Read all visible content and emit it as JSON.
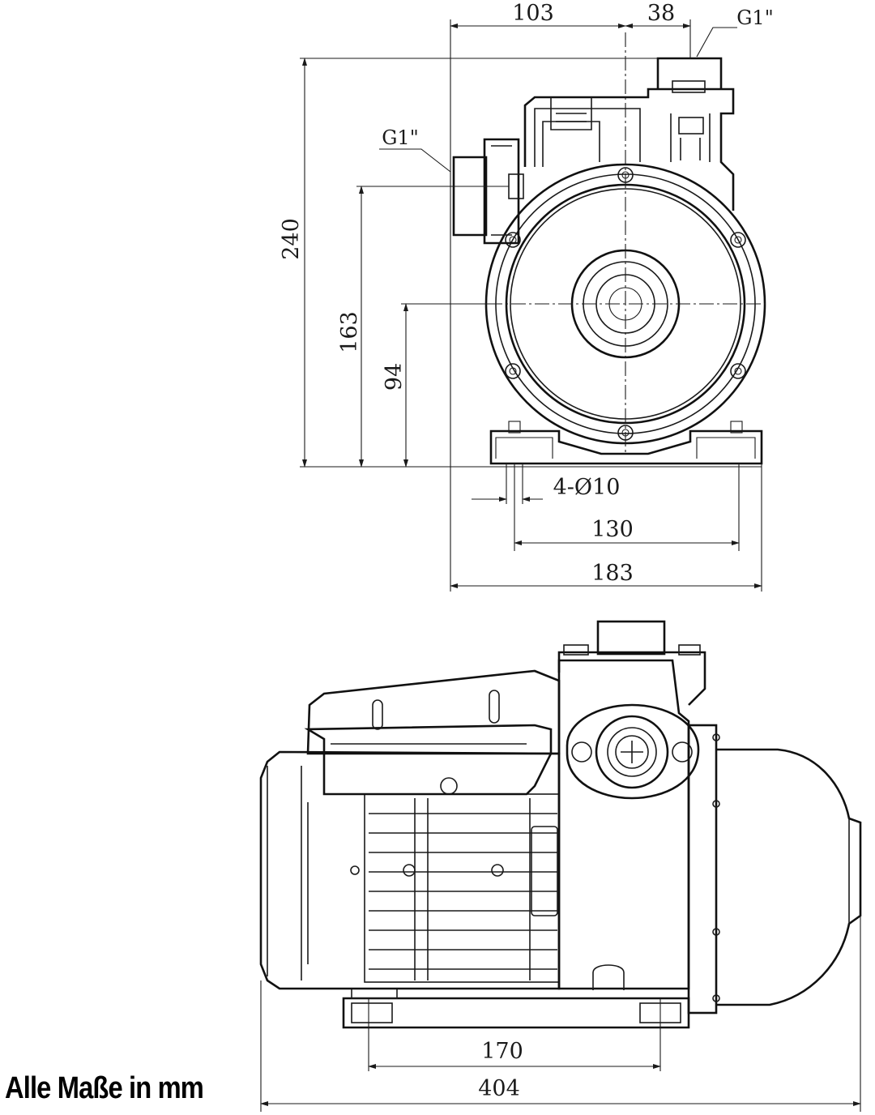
{
  "front_view": {
    "dim_width_left": "103",
    "dim_width_right": "38",
    "dim_outlet": "G1\"",
    "dim_inlet": "G1\"",
    "dim_total_height": "240",
    "dim_inlet_height": "163",
    "dim_axis_height": "94",
    "dim_holes": "4-Ø10",
    "dim_hole_spacing": "130",
    "dim_base_width": "183"
  },
  "side_view": {
    "dim_foot_spacing": "170",
    "dim_total_length": "404"
  },
  "note": "Alle Maße in mm"
}
